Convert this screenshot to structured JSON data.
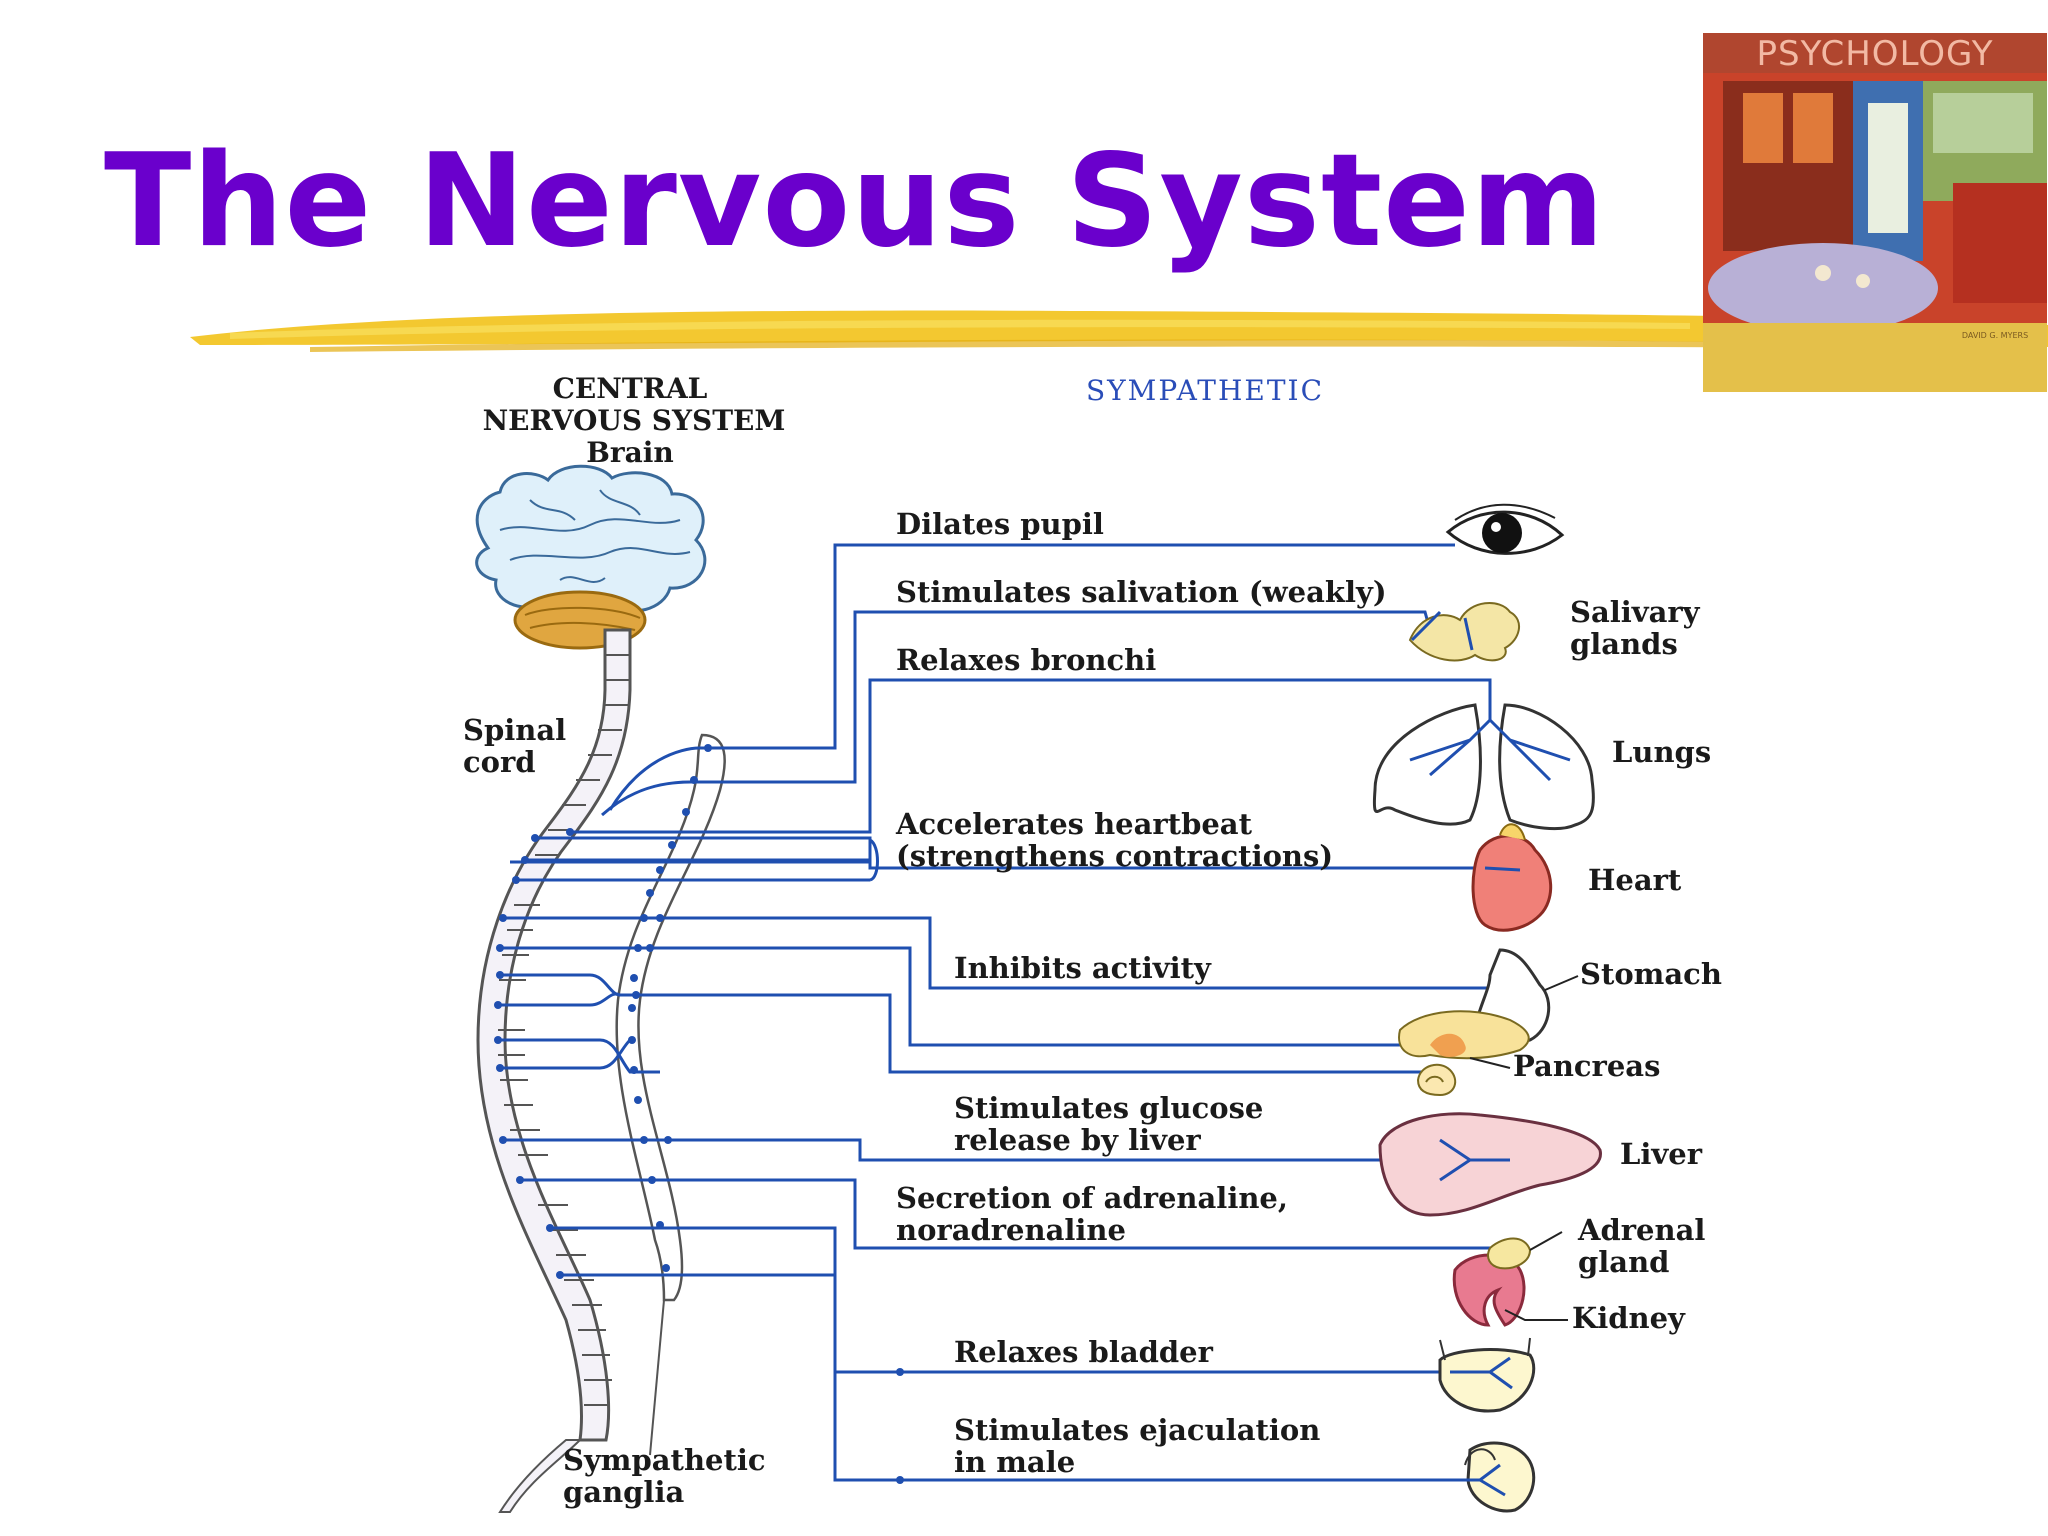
{
  "slide": {
    "title": "The Nervous System",
    "accent_color": "#6a00cc",
    "stroke_color": "#f2c21a"
  },
  "book": {
    "title": "PSYCHOLOGY",
    "author": "DAVID G. MYERS"
  },
  "diagram": {
    "cns_header": [
      "CENTRAL",
      "NERVOUS SYSTEM",
      "Brain"
    ],
    "sympathetic_header": "SYMPATHETIC",
    "spinal_cord": [
      "Spinal",
      "cord"
    ],
    "ganglia": [
      "Sympathetic",
      "ganglia"
    ],
    "effects": {
      "pupil": "Dilates pupil",
      "salivation": "Stimulates salivation (weakly)",
      "bronchi": "Relaxes bronchi",
      "heart1": "Accelerates heartbeat",
      "heart2": "(strengthens contractions)",
      "stomach": "Inhibits activity",
      "liver1": "Stimulates glucose",
      "liver2": "release by liver",
      "adrenal1": "Secretion of adrenaline,",
      "adrenal2": "noradrenaline",
      "bladder": "Relaxes bladder",
      "ejac1": "Stimulates ejaculation",
      "ejac2": "in male"
    },
    "organs": {
      "salivary1": "Salivary",
      "salivary2": "glands",
      "lungs": "Lungs",
      "heart": "Heart",
      "stomach": "Stomach",
      "pancreas": "Pancreas",
      "liver": "Liver",
      "adrenal1": "Adrenal",
      "adrenal2": "gland",
      "kidney": "Kidney"
    },
    "nerve_color": "#1f4fb0"
  }
}
